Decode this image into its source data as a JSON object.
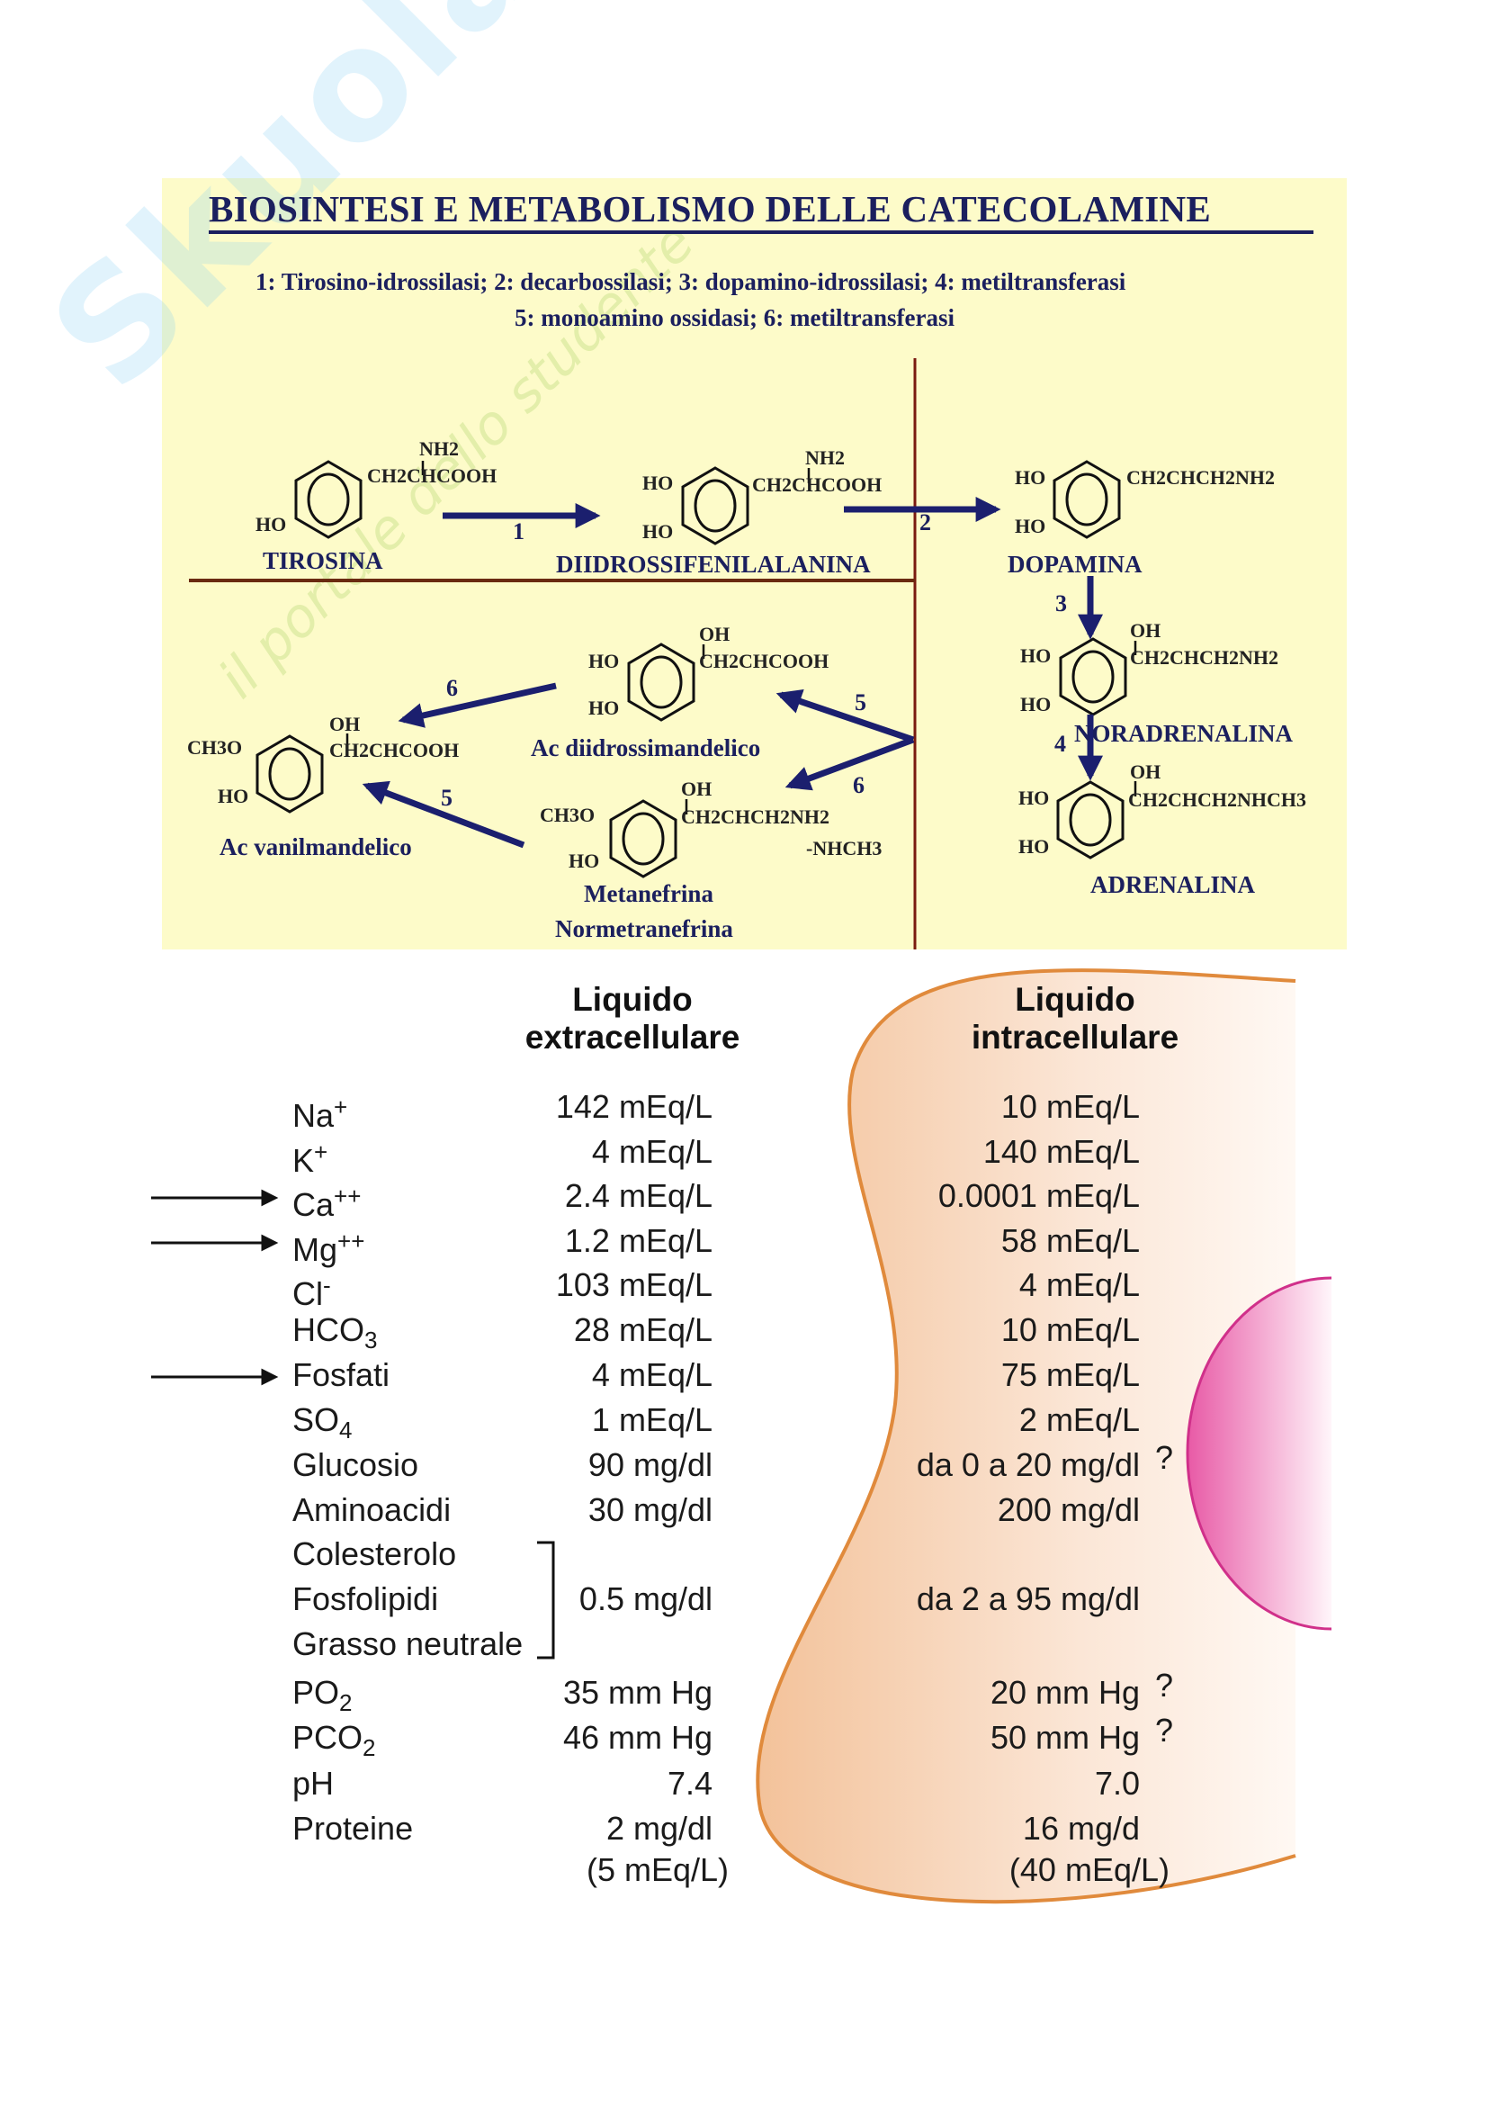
{
  "watermark": {
    "brand": "Skuola.net",
    "tagline": "il portale dello studente"
  },
  "diagram": {
    "title": "BIOSINTESI E METABOLISMO DELLE CATECOLAMINE",
    "legend_line1": "1: Tirosino-idrossilasi; 2: decarbossilasi; 3: dopamino-idrossilasi; 4: metiltransferasi",
    "legend_line2": "5: monoamino ossidasi; 6: metiltransferasi",
    "compounds": {
      "tirosina": {
        "name": "TIROSINA",
        "nh2": "NH2",
        "chain": "CH2CHCOOH",
        "ho": "HO"
      },
      "dopa": {
        "name": "DIIDROSSIFENILALANINA",
        "nh2": "NH2",
        "chain": "CH2CHCOOH",
        "ho1": "HO",
        "ho2": "HO"
      },
      "dopamina": {
        "name": "DOPAMINA",
        "chain": "CH2CHCH2NH2",
        "ho1": "HO",
        "ho2": "HO"
      },
      "noradrenalina": {
        "name": "NORADRENALINA",
        "oh": "OH",
        "chain": "CH2CHCH2NH2",
        "ho1": "HO",
        "ho2": "HO"
      },
      "adrenalina": {
        "name": "ADRENALINA",
        "oh": "OH",
        "chain": "CH2CHCH2NHCH3",
        "ho1": "HO",
        "ho2": "HO"
      },
      "diidrossimandelico": {
        "name": "Ac diidrossimandelico",
        "oh": "OH",
        "chain": "CH2CHCOOH",
        "ho1": "HO",
        "ho2": "HO"
      },
      "metanefrina": {
        "name1": "Metanefrina",
        "name2": "Normetranefrina",
        "oh": "OH",
        "chain": "CH2CHCH2NH2",
        "alt": "-NHCH3",
        "ch3o": "CH3O",
        "ho": "HO"
      },
      "vanilmandelico": {
        "name": "Ac vanilmandelico",
        "oh": "OH",
        "chain": "CH2CHCOOH",
        "ch3o": "CH3O",
        "ho": "HO"
      }
    },
    "steps": {
      "s1": "1",
      "s2": "2",
      "s3": "3",
      "s4": "4",
      "s5a": "5",
      "s6a": "6",
      "s6b": "6",
      "s5b": "5"
    },
    "colors": {
      "arrow": "#1b1f6e",
      "divider": "#7a1a10",
      "panel": "#fdfbc9"
    }
  },
  "table": {
    "header_extra_1": "Liquido",
    "header_extra_2": "extracellulare",
    "header_intra_1": "Liquido",
    "header_intra_2": "intracellulare",
    "rows": [
      {
        "name": "Na",
        "sup": "+",
        "sub": "",
        "extra": "142 mEq/L",
        "intra": "10 mEq/L",
        "q": "",
        "arrow": false
      },
      {
        "name": "K",
        "sup": "+",
        "sub": "",
        "extra": "4 mEq/L",
        "intra": "140 mEq/L",
        "q": "",
        "arrow": false
      },
      {
        "name": "Ca",
        "sup": "++",
        "sub": "",
        "extra": "2.4 mEq/L",
        "intra": "0.0001 mEq/L",
        "q": "",
        "arrow": true
      },
      {
        "name": "Mg",
        "sup": "++",
        "sub": "",
        "extra": "1.2 mEq/L",
        "intra": "58 mEq/L",
        "q": "",
        "arrow": true
      },
      {
        "name": "Cl",
        "sup": "-",
        "sub": "",
        "extra": "103 mEq/L",
        "intra": "4 mEq/L",
        "q": "",
        "arrow": false
      },
      {
        "name": "HCO",
        "sup": "",
        "sub": "3",
        "extra": "28 mEq/L",
        "intra": "10 mEq/L",
        "q": "",
        "arrow": false
      },
      {
        "name": "Fosfati",
        "sup": "",
        "sub": "",
        "extra": "4 mEq/L",
        "intra": "75 mEq/L",
        "q": "",
        "arrow": true
      },
      {
        "name": "SO",
        "sup": "",
        "sub": "4",
        "extra": "1 mEq/L",
        "intra": "2 mEq/L",
        "q": "",
        "arrow": false
      },
      {
        "name": "Glucosio",
        "sup": "",
        "sub": "",
        "extra": "90 mg/dl",
        "intra": "da 0 a 20 mg/dl",
        "q": "?",
        "arrow": false
      },
      {
        "name": "Aminoacidi",
        "sup": "",
        "sub": "",
        "extra": "30 mg/dl",
        "intra": "200 mg/dl",
        "q": "",
        "arrow": false
      },
      {
        "name": "Colesterolo",
        "sup": "",
        "sub": "",
        "extra": "",
        "intra": "",
        "q": "",
        "arrow": false
      },
      {
        "name": "Fosfolipidi",
        "sup": "",
        "sub": "",
        "extra": "0.5 mg/dl",
        "intra": "da 2 a 95 mg/dl",
        "q": "",
        "arrow": false
      },
      {
        "name": "Grasso neutrale",
        "sup": "",
        "sub": "",
        "extra": "",
        "intra": "",
        "q": "",
        "arrow": false
      },
      {
        "name": "PO",
        "sup": "",
        "sub": "2",
        "extra": "35 mm Hg",
        "intra": "20 mm Hg",
        "q": "?",
        "arrow": false
      },
      {
        "name": "PCO",
        "sup": "",
        "sub": "2",
        "extra": "46 mm Hg",
        "intra": "50 mm Hg",
        "q": "?",
        "arrow": false
      },
      {
        "name": "pH",
        "sup": "",
        "sub": "",
        "extra": "7.4",
        "intra": "7.0",
        "q": "",
        "arrow": false
      },
      {
        "name": "Proteine",
        "sup": "",
        "sub": "",
        "extra": "2 mg/dl",
        "intra": "16 mg/d",
        "q": "",
        "arrow": false
      }
    ],
    "protein_extra_meq": "(5 mEq/L)",
    "protein_intra_meq": "(40 mEq/L)",
    "colors": {
      "cell_fill": "#f6c9a4",
      "cell_stroke": "#e08a3c",
      "nucleus": "#e0519c"
    }
  }
}
